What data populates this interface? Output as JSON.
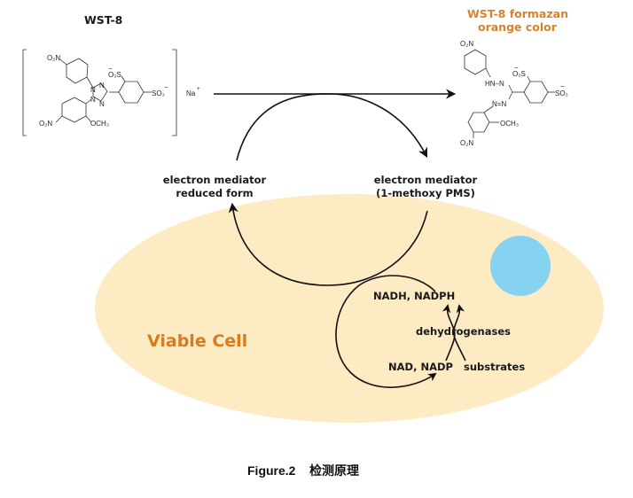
{
  "reactant": {
    "title": "WST-8",
    "counter_ion": "Na",
    "counter_ion_charge": "+",
    "groups": {
      "nitro_top": "O₂N",
      "nitro_bottom": "O₂N",
      "methoxy": "OCH₃",
      "sulfonate_top": "O₃S",
      "sulfonate_right": "SO₃",
      "tetrazolium_n": "N"
    }
  },
  "product": {
    "title_line1": "WST-8 formazan",
    "title_line2": "orange color",
    "title_color": "#d9822b",
    "groups": {
      "nitro_top": "O₂N",
      "nitro_bottom": "O₂N",
      "methoxy": "OCH₃",
      "sulfonate_top": "O₃S",
      "sulfonate_right": "SO₃",
      "hydrazo": "HN–N",
      "azo": "N=N"
    }
  },
  "mediators": {
    "reduced_line1": "electron mediator",
    "reduced_line2": "reduced form",
    "oxidized_line1": "electron mediator",
    "oxidized_line2": "(1-methoxy PMS)"
  },
  "cell": {
    "label": "Viable Cell",
    "fill_color": "#fdebc3",
    "label_color": "#d97a1e",
    "nucleus_color": "#85d3f0"
  },
  "cofactors": {
    "reduced": "NADH, NADPH",
    "oxidized": "NAD, NADP",
    "enzyme": "dehydrogenases",
    "substrates": "substrates"
  },
  "caption": {
    "figure_label": "Figure.2",
    "text": "检测原理"
  }
}
